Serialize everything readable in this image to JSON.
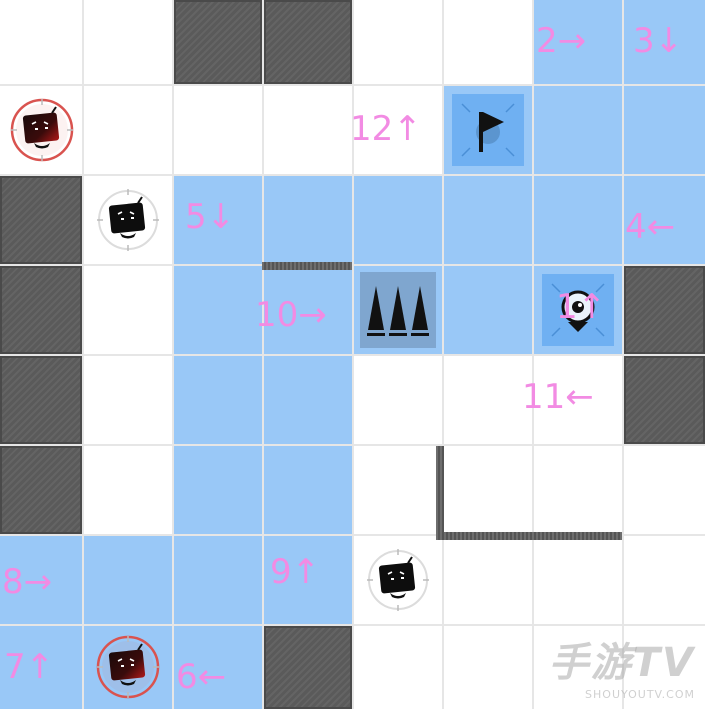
{
  "grid": {
    "cols": 8,
    "rows": 8,
    "cells": [
      "EEWWEEPP",
      "EEEEEPPP",
      "WEPPPPPP",
      "WEPPPPPW",
      "WEPPEEEW",
      "WEPPEEEE",
      "PPPPEEEE",
      "PPPWEEEE"
    ]
  },
  "colors": {
    "path": "#99c8f7",
    "empty": "#ffffff",
    "wall": "#5a5a5a",
    "label": "#f28be3",
    "enemy_alert_ring": "#d9534f",
    "flag_tile": "#6fb0f2"
  },
  "labels": [
    {
      "id": "step-2",
      "text": "2→"
    },
    {
      "id": "step-3",
      "text": "3↓"
    },
    {
      "id": "step-4",
      "text": "4←"
    },
    {
      "id": "step-5",
      "text": "5↓"
    },
    {
      "id": "step-6",
      "text": "6←"
    },
    {
      "id": "step-7",
      "text": "7↑"
    },
    {
      "id": "step-8",
      "text": "8→"
    },
    {
      "id": "step-9",
      "text": "9↑"
    },
    {
      "id": "step-10",
      "text": "10→"
    },
    {
      "id": "step-11",
      "text": "11←"
    },
    {
      "id": "step-12",
      "text": "12↑"
    },
    {
      "id": "step-1",
      "text": "1↑"
    }
  ],
  "entities": [
    {
      "type": "enemy-alert",
      "icon": "box-enemy-alert-icon",
      "row": 1,
      "col": 0
    },
    {
      "type": "enemy",
      "icon": "box-enemy-icon",
      "row": 2,
      "col": 1
    },
    {
      "type": "enemy",
      "icon": "box-enemy-icon",
      "row": 6,
      "col": 4
    },
    {
      "type": "enemy-alert",
      "icon": "box-enemy-alert-icon",
      "row": 7,
      "col": 1
    },
    {
      "type": "goal",
      "icon": "flag-icon",
      "row": 1,
      "col": 5
    },
    {
      "type": "spikes",
      "icon": "spikes-icon",
      "row": 3,
      "col": 4
    },
    {
      "type": "player",
      "icon": "player-eye-icon",
      "row": 3,
      "col": 6
    }
  ],
  "watermark": {
    "main": "手游TV",
    "sub": "SHOUYOUTV.COM"
  }
}
